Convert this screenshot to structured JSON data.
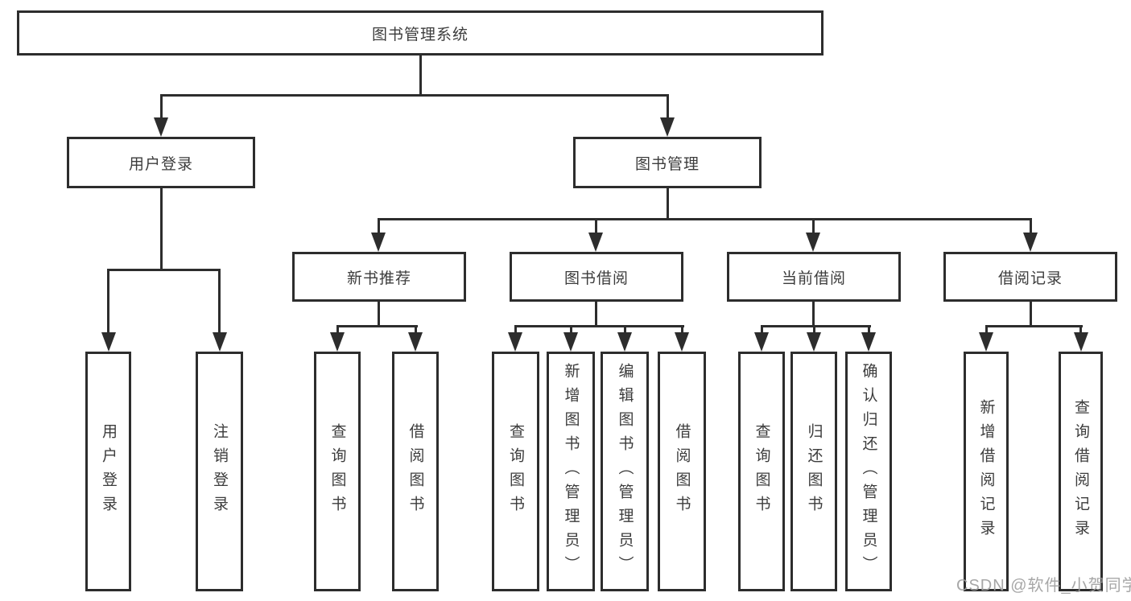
{
  "diagram": {
    "type": "hierarchy-tree",
    "orientation": "top-down"
  },
  "colors": {
    "line": "#2d2d2d",
    "box_border": "#2d2d2d",
    "text": "#3c3c3c",
    "background": "#ffffff",
    "watermark": "#a0a0a0"
  },
  "tree": {
    "label": "图书管理系统",
    "children": [
      {
        "label": "用户登录",
        "children": [
          {
            "label": "用户登录"
          },
          {
            "label": "注销登录"
          }
        ]
      },
      {
        "label": "图书管理",
        "children": [
          {
            "label": "新书推荐",
            "children": [
              {
                "label": "查询图书"
              },
              {
                "label": "借阅图书"
              }
            ]
          },
          {
            "label": "图书借阅",
            "children": [
              {
                "label": "查询图书"
              },
              {
                "label": "新增图书（管理员）"
              },
              {
                "label": "编辑图书（管理员）"
              },
              {
                "label": "借阅图书"
              }
            ]
          },
          {
            "label": "当前借阅",
            "children": [
              {
                "label": "查询图书"
              },
              {
                "label": "归还图书"
              },
              {
                "label": "确认归还（管理员）"
              }
            ]
          },
          {
            "label": "借阅记录",
            "children": [
              {
                "label": "新增借阅记录"
              },
              {
                "label": "查询借阅记录"
              }
            ]
          }
        ]
      }
    ]
  },
  "watermark": {
    "text": "CSDN @软件_小贺同学"
  }
}
